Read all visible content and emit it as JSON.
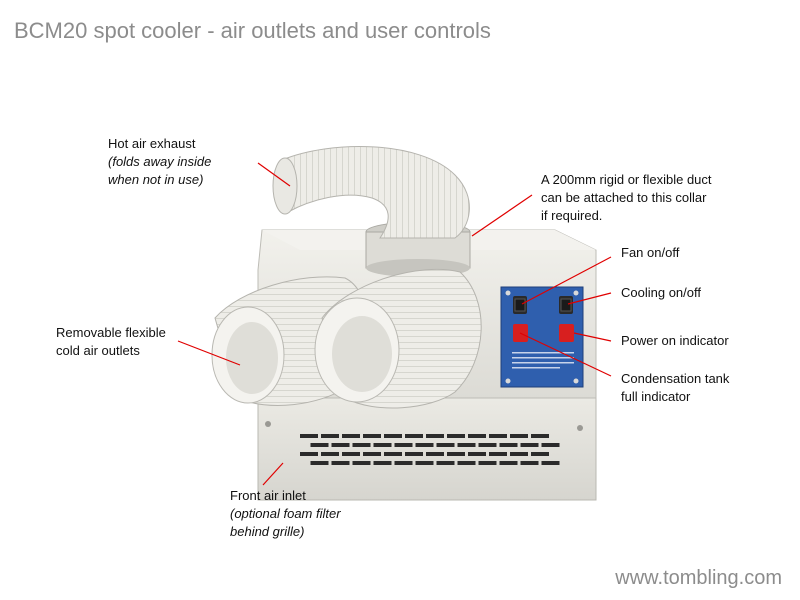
{
  "title": "BCM20 spot cooler - air outlets and user controls",
  "footer": "www.tombling.com",
  "labels": {
    "hot_air_exhaust": {
      "line1": "Hot air exhaust",
      "note1": "(folds away inside",
      "note2": "when not in use)"
    },
    "duct_collar": {
      "line1": "A 200mm rigid or flexible duct",
      "line2": "can be attached to this collar",
      "line3": "if required."
    },
    "fan": {
      "line1": "Fan on/off"
    },
    "cooling": {
      "line1": "Cooling on/off"
    },
    "power": {
      "line1": "Power on indicator"
    },
    "condensation": {
      "line1": "Condensation tank",
      "line2": "full indicator"
    },
    "cold_outlets": {
      "line1": "Removable flexible",
      "line2": "cold air outlets"
    },
    "front_inlet": {
      "line1": "Front air inlet",
      "note1": "(optional foam filter",
      "note2": "behind grille)"
    }
  },
  "colors": {
    "leader_line": "#e00000",
    "body_panel": "#e7e6e1",
    "control_panel": "#2f5fae",
    "duct": "#ecebe6",
    "grille": "#2b2b2b",
    "indicator_red": "#d81f1f"
  }
}
